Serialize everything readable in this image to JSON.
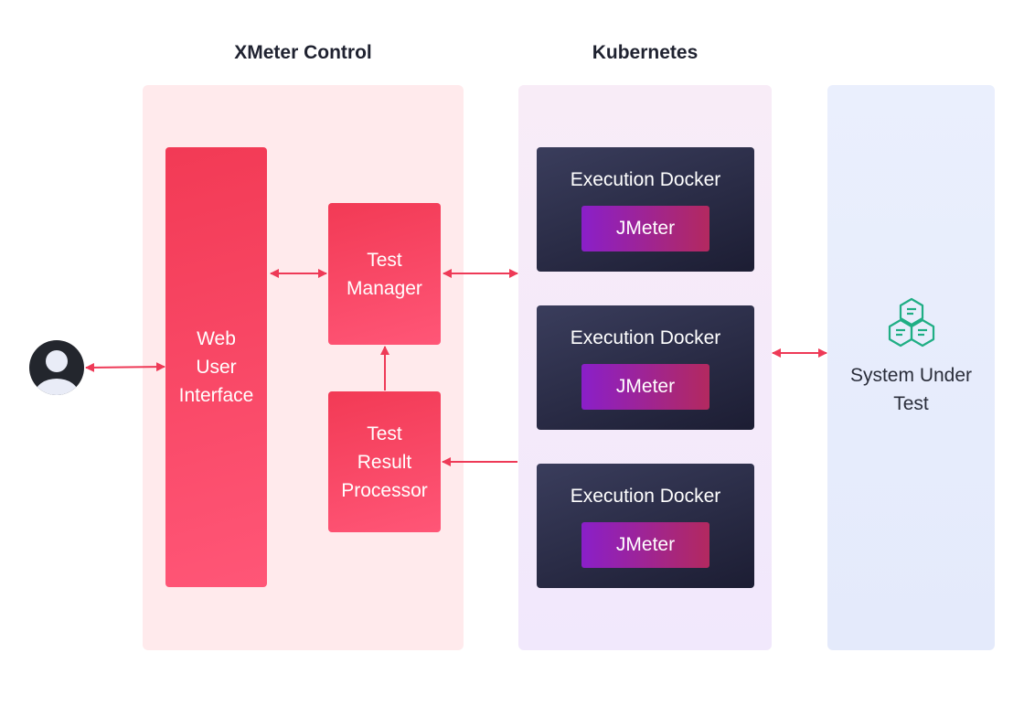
{
  "groups": {
    "xmeter_control": "XMeter Control",
    "kubernetes": "Kubernetes"
  },
  "components": {
    "web_ui": [
      "Web",
      "User",
      "Interface"
    ],
    "test_manager": [
      "Test",
      "Manager"
    ],
    "test_result_processor": [
      "Test",
      "Result",
      "Processor"
    ]
  },
  "execution_dockers": [
    {
      "title": "Execution Docker",
      "engine": "JMeter"
    },
    {
      "title": "Execution Docker",
      "engine": "JMeter"
    },
    {
      "title": "Execution Docker",
      "engine": "JMeter"
    }
  ],
  "system_under_test": [
    "System Under",
    "Test"
  ],
  "icons": {
    "user": "user-avatar-icon",
    "system": "hexagon-cluster-icon"
  },
  "colors": {
    "arrow": "#ee3a57",
    "red_box": "#f5405d",
    "docker": "#2a2c47",
    "jmeter": "#9b22a8",
    "sut_icon": "#1fae84"
  }
}
